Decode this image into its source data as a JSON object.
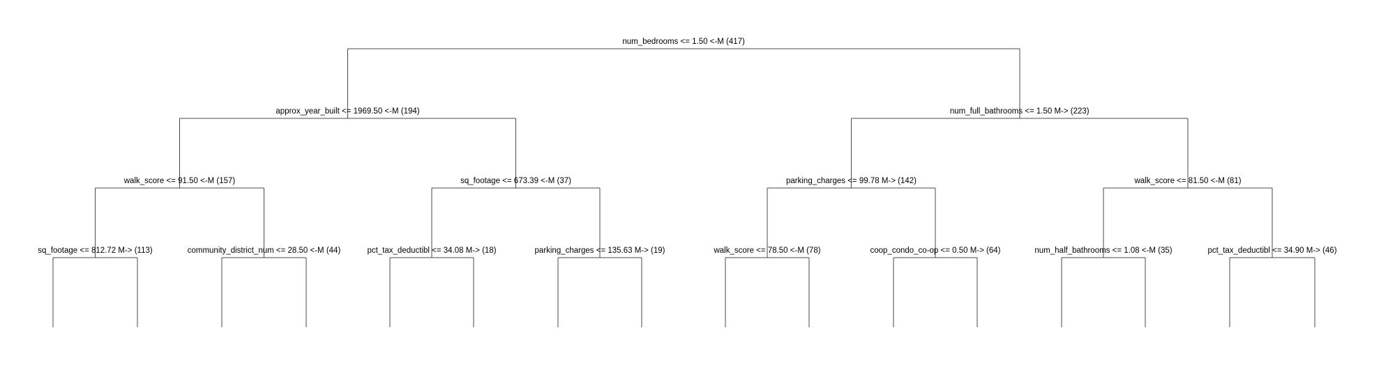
{
  "tree": {
    "label": "num_bedrooms <= 1.50 <-M (417)",
    "children": [
      {
        "label": "approx_year_built <= 1969.50 <-M (194)",
        "children": [
          {
            "label": "walk_score <= 91.50 <-M (157)",
            "children": [
              {
                "label": "sq_footage <= 812.72 M-> (113)",
                "children": []
              },
              {
                "label": "community_district_num <= 28.50 <-M (44)",
                "children": []
              }
            ]
          },
          {
            "label": "sq_footage <= 673.39 <-M (37)",
            "children": [
              {
                "label": "pct_tax_deductibl <= 34.08 M-> (18)",
                "children": []
              },
              {
                "label": "parking_charges <= 135.63 M-> (19)",
                "children": []
              }
            ]
          }
        ]
      },
      {
        "label": "num_full_bathrooms <= 1.50 M-> (223)",
        "children": [
          {
            "label": "parking_charges <= 99.78 M-> (142)",
            "children": [
              {
                "label": "walk_score <= 78.50 <-M (78)",
                "children": []
              },
              {
                "label": "coop_condo_co-op <= 0.50 M-> (64)",
                "children": []
              }
            ]
          },
          {
            "label": "walk_score <= 81.50 <-M (81)",
            "children": [
              {
                "label": "num_half_bathrooms <= 1.08 <-M (35)",
                "children": []
              },
              {
                "label": "pct_tax_deductibl <= 34.90 M-> (46)",
                "children": []
              }
            ]
          }
        ]
      }
    ]
  }
}
